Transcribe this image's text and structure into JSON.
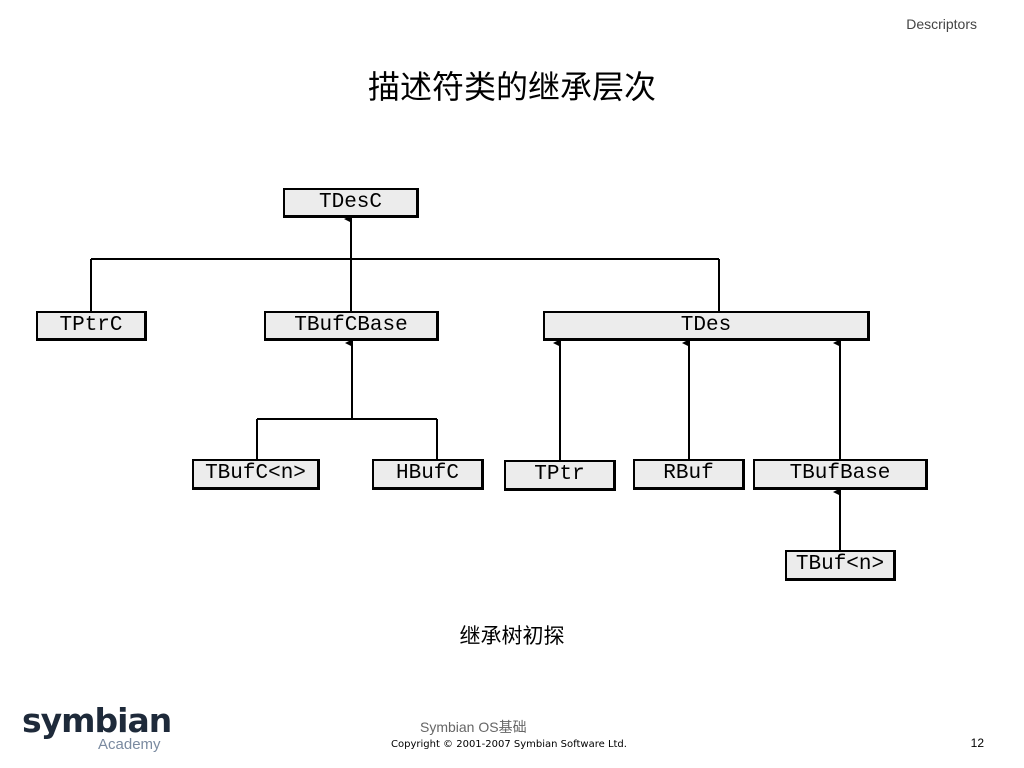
{
  "slide": {
    "header_tag": "Descriptors",
    "title": "描述符类的继承层次",
    "caption": "继承树初探",
    "page_number": "12"
  },
  "diagram": {
    "nodes": {
      "tdesc": "TDesC",
      "tptrc": "TPtrC",
      "tbufcbase": "TBufCBase",
      "tdes": "TDes",
      "tbufc_n": "TBufC<n>",
      "hbufc": "HBufC",
      "tptr": "TPtr",
      "rbuf": "RBuf",
      "tbufbase": "TBufBase",
      "tbuf_n": "TBuf<n>"
    },
    "edges": [
      {
        "child": "TPtrC",
        "parent": "TDesC"
      },
      {
        "child": "TBufCBase",
        "parent": "TDesC"
      },
      {
        "child": "TDes",
        "parent": "TDesC"
      },
      {
        "child": "TBufC<n>",
        "parent": "TBufCBase"
      },
      {
        "child": "HBufC",
        "parent": "TBufCBase"
      },
      {
        "child": "TPtr",
        "parent": "TDes"
      },
      {
        "child": "RBuf",
        "parent": "TDes"
      },
      {
        "child": "TBufBase",
        "parent": "TDes"
      },
      {
        "child": "TBuf<n>",
        "parent": "TBufBase"
      }
    ]
  },
  "logo": {
    "brand": "symbian",
    "sub": "Academy"
  },
  "footer": {
    "course": "Symbian OS基础",
    "copyright": "Copyright © 2001-2007 Symbian Software Ltd."
  }
}
